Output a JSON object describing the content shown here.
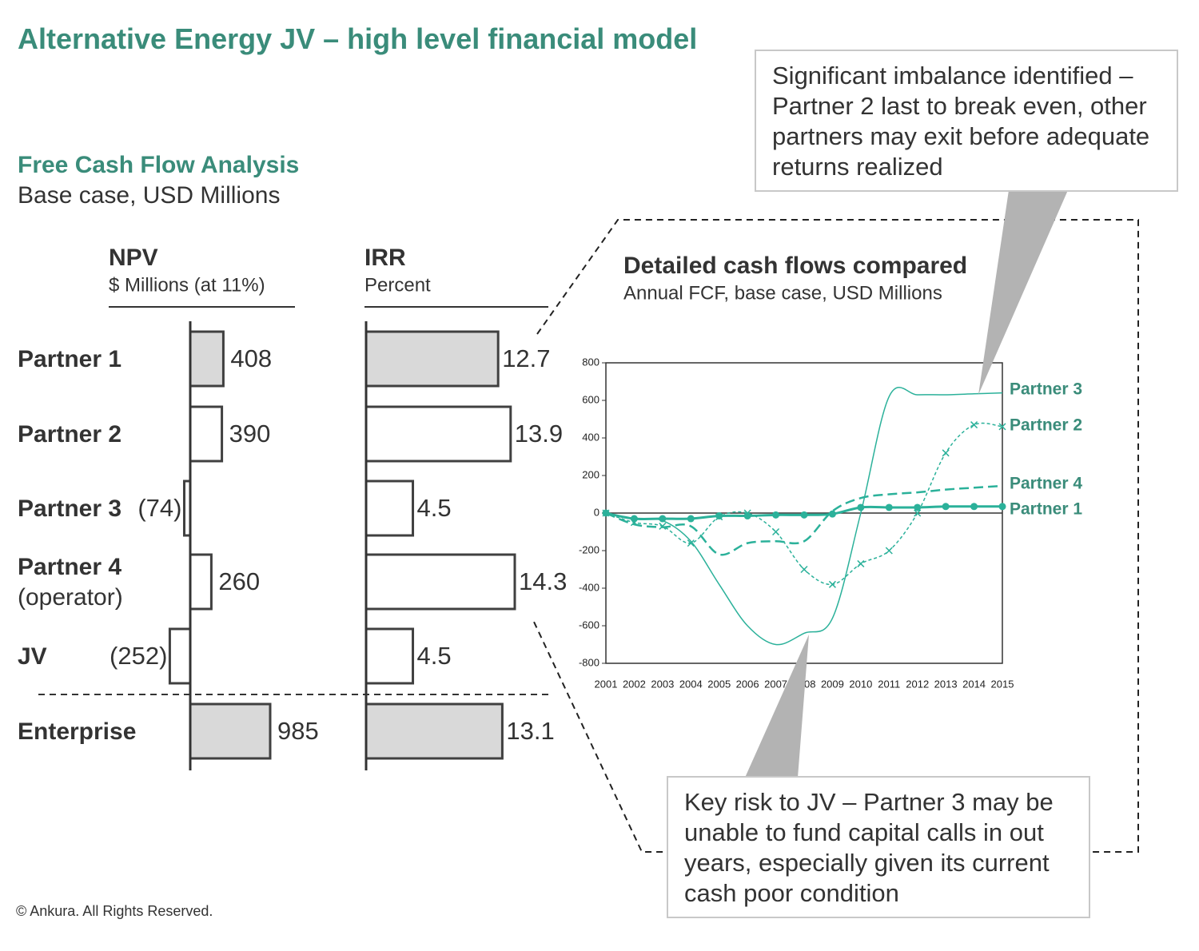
{
  "title": "Alternative Energy JV – high level financial model",
  "section": {
    "title": "Free Cash Flow Analysis",
    "subtitle": "Base case, USD Millions"
  },
  "footer": "© Ankura. All Rights Reserved.",
  "callouts": {
    "top": "Significant imbalance identified – Partner 2 last to break even, other partners may exit before adequate returns realized",
    "bottom": "Key risk to JV – Partner 3 may be unable to fund capital calls in out years, especially given its current cash poor condition"
  },
  "colors": {
    "accent": "#3a8c7a",
    "line": "#2bb19a",
    "bar_fill": "#d9d9d9",
    "bar_stroke": "#404040"
  },
  "chart_data": [
    {
      "type": "bar",
      "orientation": "horizontal",
      "title": "NPV",
      "subtitle": "$ Millions (at 11%)",
      "categories": [
        "Partner 1",
        "Partner 2",
        "Partner 3",
        "Partner 4",
        "JV",
        "Enterprise"
      ],
      "category_sublabels": [
        "",
        "",
        "",
        "(operator)",
        "",
        ""
      ],
      "values": [
        408,
        390,
        -74,
        260,
        -252,
        985
      ],
      "value_labels": [
        "408",
        "390",
        "(74)",
        "260",
        "(252)",
        "985"
      ],
      "highlighted": [
        true,
        false,
        false,
        false,
        false,
        true
      ],
      "xlim": [
        -360,
        1200
      ]
    },
    {
      "type": "bar",
      "orientation": "horizontal",
      "title": "IRR",
      "subtitle": "Percent",
      "categories": [
        "Partner 1",
        "Partner 2",
        "Partner 3",
        "Partner 4",
        "JV",
        "Enterprise"
      ],
      "values": [
        12.7,
        13.9,
        4.5,
        14.3,
        4.5,
        13.1
      ],
      "value_labels": [
        "12.7",
        "13.9",
        "4.5",
        "14.3",
        "4.5",
        "13.1"
      ],
      "highlighted": [
        true,
        false,
        false,
        false,
        false,
        true
      ],
      "xlim": [
        0,
        15
      ]
    },
    {
      "type": "line",
      "title": "Detailed cash flows compared",
      "subtitle": "Annual FCF, base case, USD Millions",
      "x": [
        2001,
        2002,
        2003,
        2004,
        2005,
        2006,
        2007,
        2008,
        2009,
        2010,
        2011,
        2012,
        2013,
        2014,
        2015
      ],
      "ylim": [
        -800,
        800
      ],
      "yticks": [
        -800,
        -600,
        -400,
        -200,
        0,
        200,
        400,
        600,
        800
      ],
      "legend": "right",
      "series": [
        {
          "name": "Partner 3",
          "style": "solid-thin",
          "marker": "none",
          "values": [
            0,
            -30,
            -40,
            -150,
            -380,
            -600,
            -700,
            -640,
            -560,
            0,
            620,
            630,
            630,
            635,
            640
          ]
        },
        {
          "name": "Partner 2",
          "style": "dotted",
          "marker": "x",
          "values": [
            0,
            -50,
            -70,
            -160,
            -20,
            0,
            -100,
            -300,
            -380,
            -270,
            -200,
            0,
            320,
            470,
            460
          ]
        },
        {
          "name": "Partner 4",
          "style": "dashed",
          "marker": "none",
          "values": [
            0,
            -60,
            -75,
            -70,
            -220,
            -160,
            -150,
            -150,
            10,
            80,
            100,
            110,
            125,
            135,
            145
          ]
        },
        {
          "name": "Partner 1",
          "style": "solid-thick",
          "marker": "dot",
          "values": [
            0,
            -30,
            -30,
            -30,
            -15,
            -15,
            -10,
            -10,
            -5,
            30,
            30,
            30,
            35,
            35,
            35
          ]
        }
      ]
    }
  ]
}
